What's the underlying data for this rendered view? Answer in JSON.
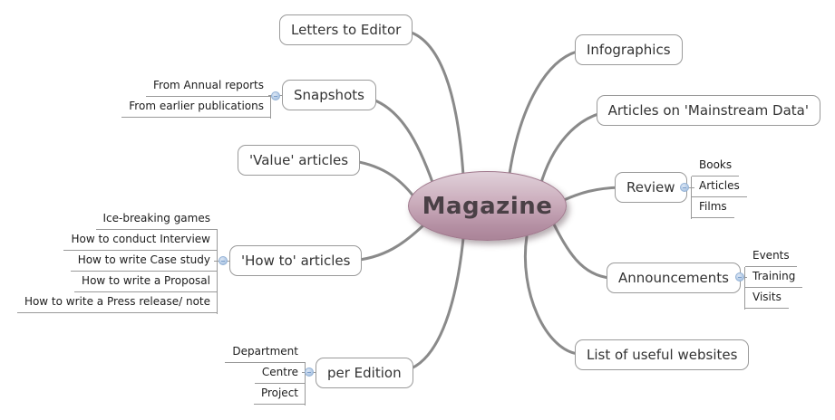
{
  "diagram": {
    "center": {
      "label": "Magazine"
    },
    "branches": [
      {
        "id": "letters_to_editor",
        "label": "Letters to Editor",
        "children": []
      },
      {
        "id": "infographics",
        "label": "Infographics",
        "children": []
      },
      {
        "id": "snapshots",
        "label": "Snapshots",
        "children": [
          "From Annual reports",
          "From earlier publications"
        ]
      },
      {
        "id": "articles_mainstream",
        "label": "Articles on 'Mainstream Data'",
        "children": []
      },
      {
        "id": "value_articles",
        "label": "'Value' articles",
        "children": []
      },
      {
        "id": "review",
        "label": "Review",
        "children": [
          "Books",
          "Articles",
          "Films"
        ]
      },
      {
        "id": "how_to_articles",
        "label": "'How to' articles",
        "children": [
          "Ice-breaking games",
          "How to conduct Interview",
          "How to write Case study",
          "How to write a Proposal",
          "How to write a Press release/ note"
        ]
      },
      {
        "id": "announcements",
        "label": "Announcements",
        "children": [
          "Events",
          "Training",
          "Visits"
        ]
      },
      {
        "id": "per_edition",
        "label": "per Edition",
        "children": [
          "Department",
          "Centre",
          "Project"
        ]
      },
      {
        "id": "list_websites",
        "label": "List of useful websites",
        "children": []
      }
    ],
    "colors": {
      "branch_line": "#8a8a8a",
      "subitem_line": "#999999",
      "node_border": "#9a9a9a",
      "node_text": "#333333",
      "center_fill_top": "#e0d0d9",
      "center_fill_bottom": "#aa8498",
      "center_border": "#a0798d",
      "center_text": "#4a4046",
      "toggle_fill": "#b5cbe6",
      "toggle_border": "#93b2d6"
    }
  }
}
